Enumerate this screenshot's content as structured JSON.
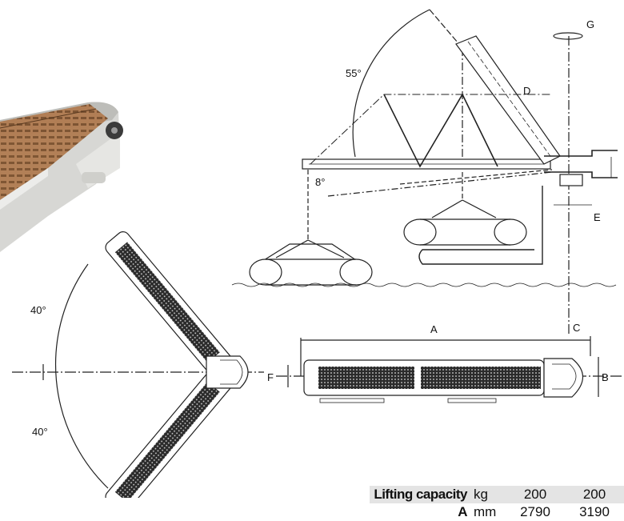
{
  "labels": {
    "angle_top": "55°",
    "angle_tilt": "8°",
    "angle_upper": "40°",
    "angle_lower": "40°",
    "dim_a": "A",
    "dim_b": "B",
    "dim_c": "C",
    "dim_d": "D",
    "dim_e": "E",
    "dim_f": "F",
    "dim_g": "G"
  },
  "spec_table": {
    "rows": [
      {
        "name": "Lifting capacity",
        "unit": "kg",
        "values": [
          "200",
          "200"
        ]
      },
      {
        "name": "A",
        "unit": "mm",
        "values": [
          "2790",
          "3190"
        ]
      }
    ]
  },
  "colors": {
    "teak": "#a9744a",
    "body": "#d9d9d6",
    "line": "#222222",
    "table_header": "#e4e4e4"
  }
}
